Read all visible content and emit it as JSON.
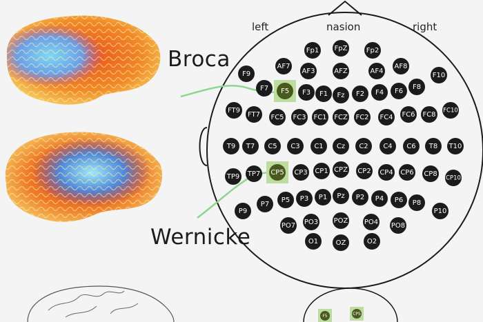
{
  "labels": {
    "left": "left",
    "nasion": "nasion",
    "right": "right",
    "broca": "Broca",
    "wernicke": "Wernicke"
  },
  "electrodes": [
    {
      "id": "Fp1",
      "row": 0,
      "col": 0
    },
    {
      "id": "FpZ",
      "row": 0,
      "col": 1
    },
    {
      "id": "Fp2",
      "row": 0,
      "col": 2
    },
    {
      "id": "F9",
      "row": 1,
      "col": 0
    },
    {
      "id": "AF7",
      "row": 1,
      "col": 1
    },
    {
      "id": "AF3",
      "row": 1,
      "col": 2
    },
    {
      "id": "AFZ",
      "row": 1,
      "col": 3
    },
    {
      "id": "AF4",
      "row": 1,
      "col": 4
    },
    {
      "id": "AF8",
      "row": 1,
      "col": 5
    },
    {
      "id": "F10",
      "row": 1,
      "col": 6
    },
    {
      "id": "F7",
      "row": 2,
      "col": 0
    },
    {
      "id": "F5",
      "row": 2,
      "col": 1,
      "highlight": true
    },
    {
      "id": "F3",
      "row": 2,
      "col": 2
    },
    {
      "id": "F1",
      "row": 2,
      "col": 3
    },
    {
      "id": "Fz",
      "row": 2,
      "col": 4
    },
    {
      "id": "F2",
      "row": 2,
      "col": 5
    },
    {
      "id": "F4",
      "row": 2,
      "col": 6
    },
    {
      "id": "F6",
      "row": 2,
      "col": 7
    },
    {
      "id": "F8",
      "row": 2,
      "col": 8
    },
    {
      "id": "FT9",
      "row": 3,
      "col": 0
    },
    {
      "id": "FT7",
      "row": 3,
      "col": 1
    },
    {
      "id": "FC5",
      "row": 3,
      "col": 2
    },
    {
      "id": "FC3",
      "row": 3,
      "col": 3
    },
    {
      "id": "FC1",
      "row": 3,
      "col": 4
    },
    {
      "id": "FCZ",
      "row": 3,
      "col": 5
    },
    {
      "id": "FC2",
      "row": 3,
      "col": 6
    },
    {
      "id": "FC4",
      "row": 3,
      "col": 7
    },
    {
      "id": "FC6",
      "row": 3,
      "col": 8
    },
    {
      "id": "FC8",
      "row": 3,
      "col": 9
    },
    {
      "id": "FC10",
      "row": 3,
      "col": 10
    },
    {
      "id": "T9",
      "row": 4,
      "col": 0
    },
    {
      "id": "T7",
      "row": 4,
      "col": 1
    },
    {
      "id": "C5",
      "row": 4,
      "col": 2
    },
    {
      "id": "C3",
      "row": 4,
      "col": 3
    },
    {
      "id": "C1",
      "row": 4,
      "col": 4
    },
    {
      "id": "Cz",
      "row": 4,
      "col": 5
    },
    {
      "id": "C2",
      "row": 4,
      "col": 6
    },
    {
      "id": "C4",
      "row": 4,
      "col": 7
    },
    {
      "id": "C6",
      "row": 4,
      "col": 8
    },
    {
      "id": "T8",
      "row": 4,
      "col": 9
    },
    {
      "id": "T10",
      "row": 4,
      "col": 10
    },
    {
      "id": "TP9",
      "row": 5,
      "col": 0
    },
    {
      "id": "TP7",
      "row": 5,
      "col": 1
    },
    {
      "id": "CP5",
      "row": 5,
      "col": 2,
      "highlight": true
    },
    {
      "id": "CP3",
      "row": 5,
      "col": 3
    },
    {
      "id": "CP1",
      "row": 5,
      "col": 4
    },
    {
      "id": "CPZ",
      "row": 5,
      "col": 5
    },
    {
      "id": "CP2",
      "row": 5,
      "col": 6
    },
    {
      "id": "CP4",
      "row": 5,
      "col": 7
    },
    {
      "id": "CP6",
      "row": 5,
      "col": 8
    },
    {
      "id": "CP8",
      "row": 5,
      "col": 9
    },
    {
      "id": "CP10",
      "row": 5,
      "col": 10
    },
    {
      "id": "P9",
      "row": 6,
      "col": 0
    },
    {
      "id": "P7",
      "row": 6,
      "col": 1
    },
    {
      "id": "P5",
      "row": 6,
      "col": 2
    },
    {
      "id": "P3",
      "row": 6,
      "col": 3
    },
    {
      "id": "P1",
      "row": 6,
      "col": 4
    },
    {
      "id": "Pz",
      "row": 6,
      "col": 5
    },
    {
      "id": "P2",
      "row": 6,
      "col": 6
    },
    {
      "id": "P4",
      "row": 6,
      "col": 7
    },
    {
      "id": "P6",
      "row": 6,
      "col": 8
    },
    {
      "id": "P8",
      "row": 6,
      "col": 9
    },
    {
      "id": "P10",
      "row": 6,
      "col": 10
    },
    {
      "id": "PO7",
      "row": 7,
      "col": 0
    },
    {
      "id": "PO3",
      "row": 7,
      "col": 1
    },
    {
      "id": "POZ",
      "row": 7,
      "col": 2
    },
    {
      "id": "PO4",
      "row": 7,
      "col": 3
    },
    {
      "id": "PO8",
      "row": 7,
      "col": 4
    },
    {
      "id": "O1",
      "row": 8,
      "col": 0
    },
    {
      "id": "OZ",
      "row": 8,
      "col": 1
    },
    {
      "id": "O2",
      "row": 8,
      "col": 2
    }
  ],
  "mini_electrodes": [
    {
      "id": "F5",
      "highlight": true
    },
    {
      "id": "CP5",
      "highlight": true
    }
  ],
  "colors": {
    "electrode": "#1b1b1b",
    "highlight_fill": "#4a5a1e",
    "highlight_box": "#bcdca0",
    "connector": "#8fd48f",
    "head_outline": "#1a1a1a"
  }
}
